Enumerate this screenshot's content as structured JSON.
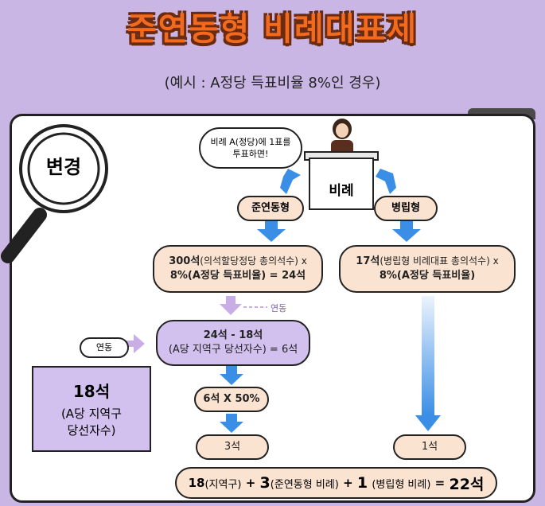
{
  "title": "준연동형 비례대표제",
  "subtitle": "(예시 : A정당 득표비율 8%인 경우)",
  "badge": "변경",
  "speech": {
    "line1": "비례 A(정당)에 1표를",
    "line2": "투표하면!"
  },
  "ballot_label": "비례",
  "left_label": "준연동형",
  "right_label": "병립형",
  "left_calc": {
    "line1_bold": "300석",
    "line1_small": "(의석할당정당 총의석수) x",
    "line2": "8%(A정당 득표비율) = 24석"
  },
  "right_calc": {
    "line1_bold": "17석",
    "line1_small": "(병립형 비례대표 총의석수) x",
    "line2": "8%(A정당 득표비율)"
  },
  "link_label_right": "연동",
  "link_label_left": "연동",
  "sub_calc": {
    "line1": "24석 - 18석",
    "line2": "(A당 지역구 당선자수) = 6석"
  },
  "district_box": {
    "count": "18석",
    "line1": "(A당 지역구",
    "line2": "당선자수)"
  },
  "half_calc": "6석 X 50%",
  "left_result": "3석",
  "right_result": "1석",
  "total": {
    "a": "18",
    "a_label": "(지역구)",
    "plus1": "+",
    "b": "3",
    "b_label": "(준연동형 비례)",
    "plus2": "+",
    "c": "1",
    "c_label": "(병립형 비례)",
    "eq": "=",
    "result": "22석"
  },
  "colors": {
    "title": "#f26a1d",
    "background": "#c9b6e4",
    "pill": "#fbe3d1",
    "lavender": "#d2c0ee",
    "arrow": "#3b8ee6"
  }
}
